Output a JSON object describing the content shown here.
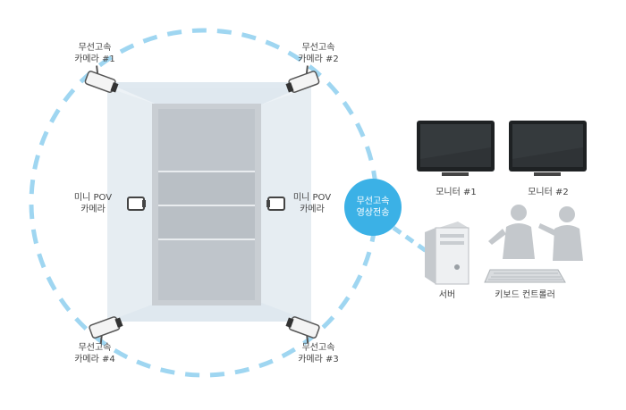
{
  "colors": {
    "accent": "#3bb1e6",
    "dash": "#9fd6f1",
    "court": "#c9ced3",
    "coverage": "#dfe8ef",
    "text": "#444444"
  },
  "cameras": {
    "c1": {
      "line1": "무선고속",
      "line2": "카메라 #1",
      "icon": "cctv-camera-icon"
    },
    "c2": {
      "line1": "무선고속",
      "line2": "카메라 #2",
      "icon": "cctv-camera-icon"
    },
    "c3": {
      "line1": "무선고속",
      "line2": "카메라 #3",
      "icon": "cctv-camera-icon"
    },
    "c4": {
      "line1": "무선고속",
      "line2": "카메라 #4",
      "icon": "cctv-camera-icon"
    }
  },
  "pov": {
    "left": {
      "line1": "미니 POV",
      "line2": "카메라",
      "icon": "mini-camera-icon"
    },
    "right": {
      "line1": "미니 POV",
      "line2": "카메라",
      "icon": "mini-camera-icon"
    }
  },
  "hub": {
    "line1": "무선고속",
    "line2": "영상전송"
  },
  "devices": {
    "monitor1": "모니터 #1",
    "monitor2": "모니터 #2",
    "server": "서버",
    "keyboard": "키보드 컨트롤러"
  }
}
